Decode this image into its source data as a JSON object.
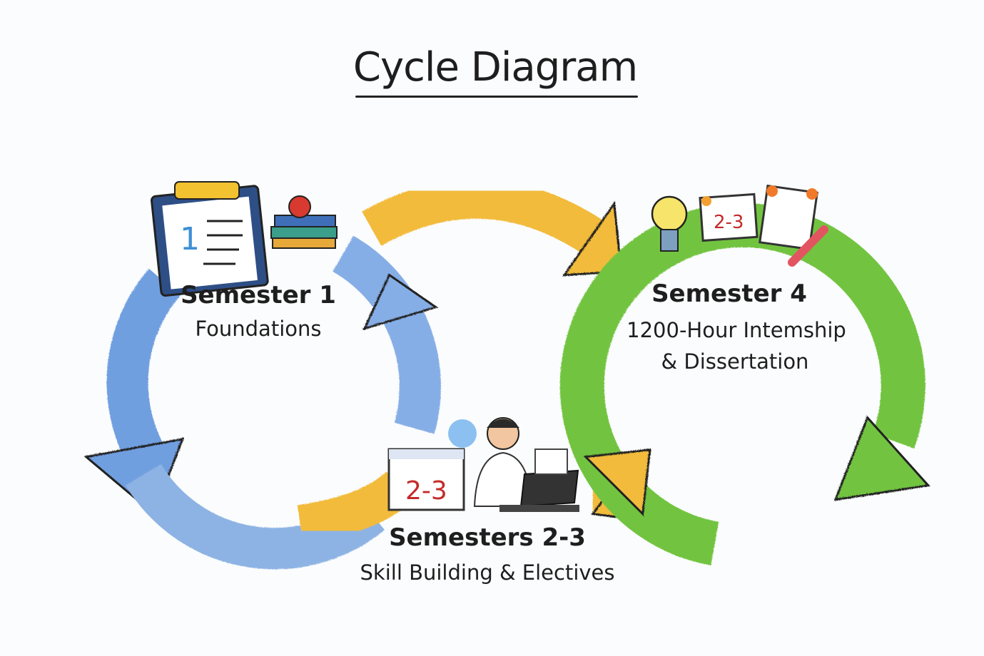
{
  "title": "Cycle Diagram",
  "stages": [
    {
      "heading": "Semester 1",
      "subtitle": "Foundations",
      "color": "#5b8fd6"
    },
    {
      "heading": "Semesters 2-3",
      "subtitle": "Skill Building & Electives",
      "color": "#f0b429",
      "badge": "2-3"
    },
    {
      "heading": "Semester 4",
      "subtitle_line1": "1200-Hour Intemship",
      "subtitle_line2": "& Dissertation",
      "color": "#6cc13a",
      "badge": "2-3"
    }
  ],
  "icons": [
    "clipboard-icon",
    "books-apple-icon",
    "student-laptop-icon",
    "lightbulb-icon",
    "calendar-icon",
    "checklist-icon",
    "pencil-icon"
  ],
  "clipboard_number": "1"
}
